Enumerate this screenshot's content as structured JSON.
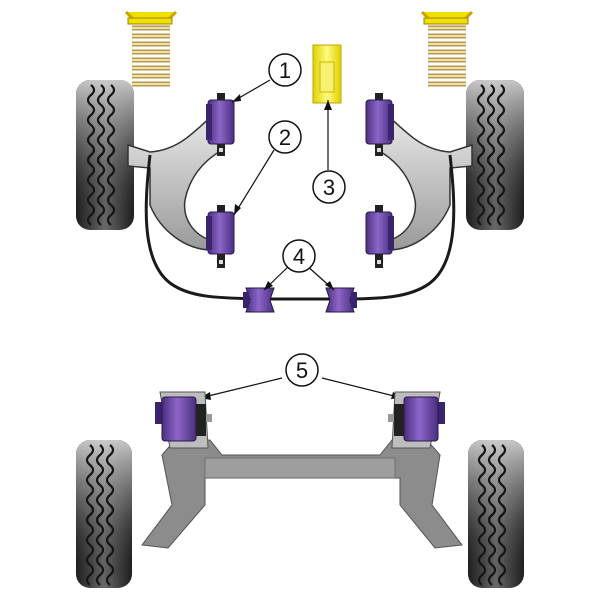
{
  "diagram": {
    "callouts": [
      {
        "id": "1",
        "label": "1"
      },
      {
        "id": "2",
        "label": "2"
      },
      {
        "id": "3",
        "label": "3"
      },
      {
        "id": "4",
        "label": "4"
      },
      {
        "id": "5",
        "label": "5"
      }
    ],
    "colors": {
      "bush_purple": "#7a55b5",
      "bush_dark": "#4a2f80",
      "insert_yellow": "#f2ea1a",
      "tire_dark": "#2f2f2f",
      "tire_mid": "#9a9a9a",
      "arm_grey": "#b8b8b8",
      "beam_grey": "#8c8c8c",
      "spring_gold": "#d8c070"
    },
    "icons": [
      "tire-icon",
      "coil-spring-icon",
      "bush-icon",
      "anti-roll-bar-icon",
      "yellow-insert-icon"
    ]
  }
}
